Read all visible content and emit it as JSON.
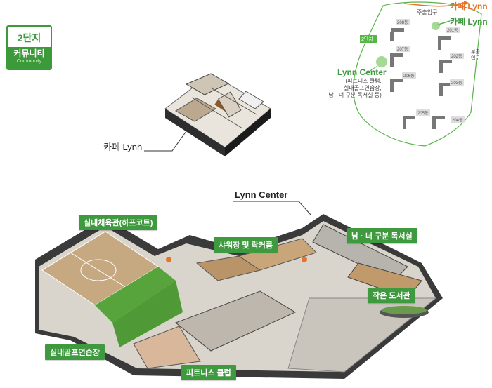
{
  "badge": {
    "title": "2단지",
    "subtitle": "커뮤니티",
    "subtitle_en": "Community"
  },
  "cafe": {
    "caption": "카페 Lynn"
  },
  "center": {
    "caption": "Lynn Center"
  },
  "site_map": {
    "cafe_top": "카페 Lynn",
    "cafe_label": "카페 Lynn",
    "main_gate": "주출입구",
    "side_gate": "부출입구",
    "complex_tag": "2단지",
    "lynn_center": "Lynn Center",
    "lynn_center_desc": [
      "(피트니스 클럽,",
      "실내골프연습장,",
      "남 · 녀 구분 독서실 등)"
    ],
    "buildings": [
      "208동",
      "201동",
      "207동",
      "202동",
      "206동",
      "203동",
      "205동",
      "204동"
    ]
  },
  "labels": {
    "gym": "실내체육관(하프코트)",
    "shower": "샤워장 및 락커룸",
    "study": "남 · 녀 구분 독서실",
    "library": "작은 도서관",
    "golf": "실내골프연습장",
    "fitness": "피트니스 클럽"
  },
  "colors": {
    "green": "#3f9a3f",
    "orange": "#e8742a",
    "site_line": "#58b548"
  }
}
